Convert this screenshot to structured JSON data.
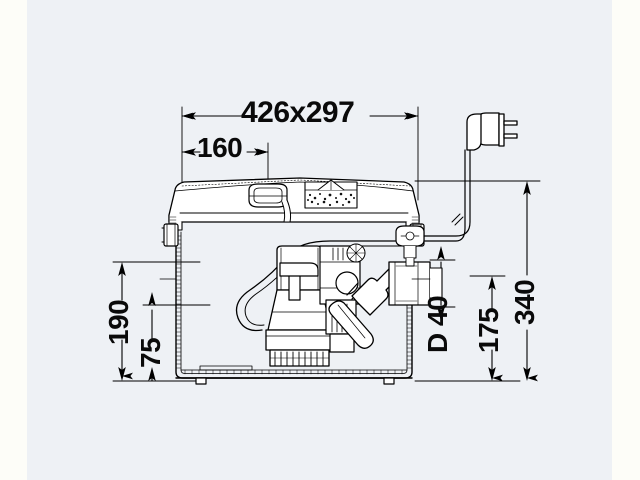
{
  "drawing": {
    "title": "Submersible pump lifting station cross-section",
    "background_color": "#eef1f5",
    "margin_color": "#fdfdf8",
    "line_color": "#000000"
  },
  "dimensions": {
    "top_overall": {
      "label": "426x297",
      "name": "overall-width-depth",
      "orientation": "horizontal"
    },
    "top_inner": {
      "label": "160",
      "name": "inlet-offset",
      "orientation": "horizontal"
    },
    "left_outer": {
      "label": "190",
      "name": "inlet-height",
      "orientation": "vertical"
    },
    "left_inner": {
      "label": "75",
      "name": "lower-inlet-height",
      "orientation": "vertical"
    },
    "right_outlet": {
      "label": "D 40",
      "name": "outlet-diameter",
      "orientation": "vertical"
    },
    "right_inner": {
      "label": "175",
      "name": "outlet-height",
      "orientation": "vertical"
    },
    "right_outer": {
      "label": "340",
      "name": "overall-height",
      "orientation": "vertical"
    }
  },
  "components": {
    "tank": "tank-body",
    "lid": "tank-lid",
    "vent_filter": "carbon-vent-filter",
    "hose_connector": "lid-hose-connector",
    "pump": "submersible-pump",
    "float_switch": "float-switch",
    "check_valve": "non-return-valve",
    "outlet_pipe": "outlet-pipe",
    "power_cable": "power-cable",
    "power_plug": "power-plug",
    "strainer": "pump-strainer-base",
    "feet": "tank-feet"
  }
}
